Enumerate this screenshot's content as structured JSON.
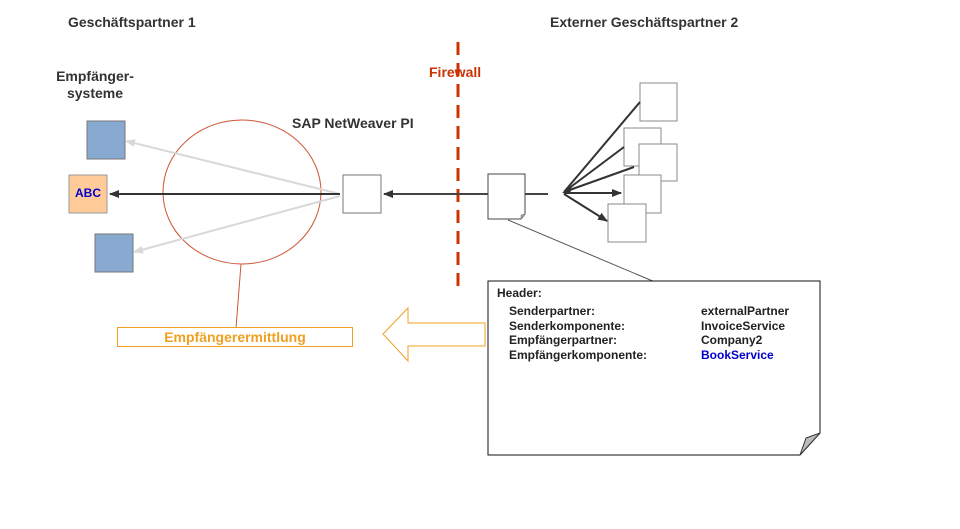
{
  "labels": {
    "partner1": "Geschäftspartner 1",
    "partner2": "Externer Geschäftspartner 2",
    "receiver_systems_line1": "Empfänger-",
    "receiver_systems_line2": "systeme",
    "netweaver": "SAP NetWeaver PI",
    "firewall": "Firewall",
    "receiver_determination": "Empfängerermittlung",
    "abc_system": "ABC"
  },
  "header_note": {
    "title": "Header:",
    "rows": [
      {
        "key": "Senderpartner:",
        "value": "externalPartner",
        "highlight": false
      },
      {
        "key": "Senderkomponente:",
        "value": "InvoiceService",
        "highlight": false
      },
      {
        "key": "Empfängerpartner:",
        "value": "Company2",
        "highlight": false
      },
      {
        "key": "Empfängerkomponente:",
        "value": "BookService",
        "highlight": true
      }
    ]
  },
  "colors": {
    "firewall": "#cc3300",
    "receiver_system_blue": "#88aad0",
    "abc_fill": "#ffcc99",
    "abc_text": "#0000cc",
    "circle": "#cc5533",
    "accent_orange": "#f0a020",
    "highlight_value": "#0000cc"
  }
}
